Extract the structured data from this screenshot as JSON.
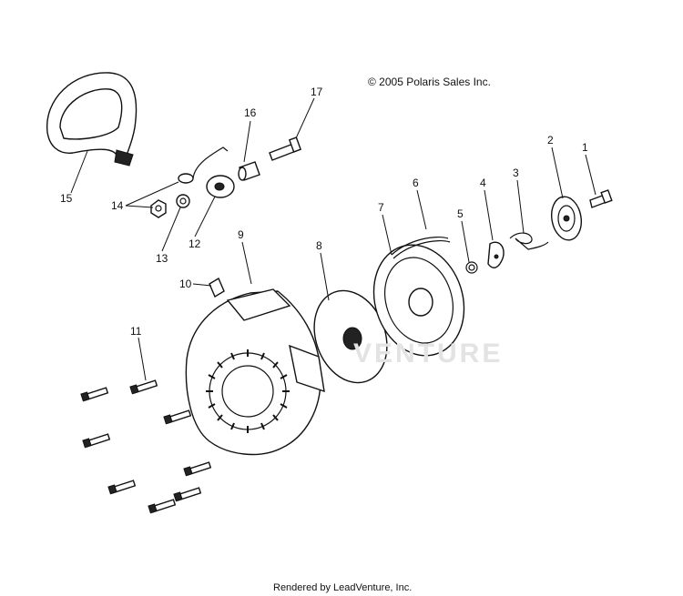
{
  "copyright": "© 2005 Polaris Sales Inc.",
  "footer": "Rendered by LeadVenture, Inc.",
  "watermark": "VENTURE",
  "callouts": [
    "1",
    "2",
    "3",
    "4",
    "5",
    "6",
    "7",
    "8",
    "9",
    "10",
    "11",
    "12",
    "13",
    "14",
    "15",
    "16",
    "17"
  ],
  "parts": [
    {
      "ref": "1",
      "name": "bolt"
    },
    {
      "ref": "2",
      "name": "retainer plate"
    },
    {
      "ref": "3",
      "name": "spring clip"
    },
    {
      "ref": "4",
      "name": "ratchet pawl"
    },
    {
      "ref": "5",
      "name": "spring"
    },
    {
      "ref": "6",
      "name": "starter rope"
    },
    {
      "ref": "7",
      "name": "recoil reel"
    },
    {
      "ref": "8",
      "name": "recoil spring disc"
    },
    {
      "ref": "9",
      "name": "recoil housing"
    },
    {
      "ref": "10",
      "name": "rope guide"
    },
    {
      "ref": "11",
      "name": "housing bolts"
    },
    {
      "ref": "12",
      "name": "bushing"
    },
    {
      "ref": "13",
      "name": "washer"
    },
    {
      "ref": "14",
      "name": "nut"
    },
    {
      "ref": "15",
      "name": "starter handle"
    },
    {
      "ref": "16",
      "name": "spacer"
    },
    {
      "ref": "17",
      "name": "pin"
    }
  ]
}
